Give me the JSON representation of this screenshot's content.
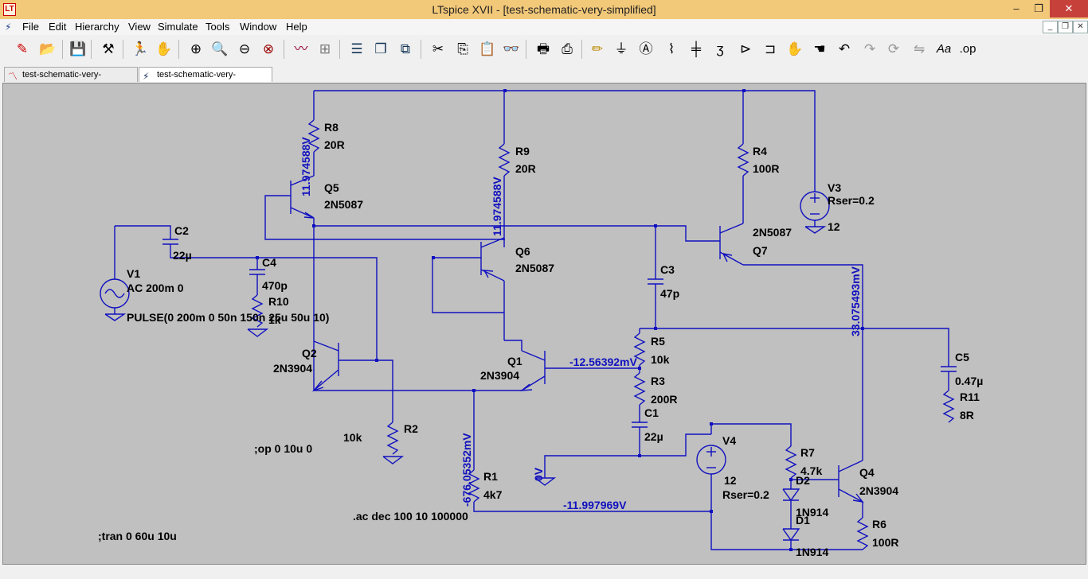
{
  "window": {
    "title": "LTspice XVII - [test-schematic-very-simplified]",
    "minimize": "–",
    "restore": "❐",
    "close": "✕"
  },
  "menu": [
    "File",
    "Edit",
    "Hierarchy",
    "View",
    "Simulate",
    "Tools",
    "Window",
    "Help"
  ],
  "mdi_controls": [
    "_",
    "❐",
    "✕"
  ],
  "toolbar": [
    "new-schematic",
    "open",
    "save",
    "control-panel",
    "run",
    "halt",
    "zoom-in",
    "zoom-pan",
    "zoom-out",
    "zoom-fit",
    "autoscale",
    "waveform-window",
    "tile-horizontal",
    "cascade",
    "tile-vertical",
    "cut",
    "copy",
    "paste",
    "find",
    "print",
    "print-setup",
    "draw-wire",
    "ground",
    "label-net",
    "resistor",
    "capacitor",
    "inductor",
    "diode",
    "component",
    "drag",
    "move",
    "undo",
    "redo",
    "rotate",
    "mirror",
    "text",
    "spice-directive"
  ],
  "toolbar_spice_label": ".op",
  "toolbar_text_label": "Aa",
  "tabs": [
    {
      "label": "test-schematic-very-simplified",
      "icon": "waveform-icon"
    },
    {
      "label": "test-schematic-very-simplified",
      "icon": "schematic-icon"
    }
  ],
  "schematic": {
    "r8": {
      "name": "R8",
      "value": "20R"
    },
    "r9": {
      "name": "R9",
      "value": "20R"
    },
    "r4": {
      "name": "R4",
      "value": "100R"
    },
    "v3": {
      "name": "V3",
      "value": "Rser=0.2",
      "volt": "12"
    },
    "q5": {
      "name": "Q5",
      "model": "2N5087"
    },
    "q6": {
      "name": "Q6",
      "model": "2N5087"
    },
    "q7": {
      "name": "Q7",
      "model": "2N5087"
    },
    "c2": {
      "name": "C2",
      "value": "22µ"
    },
    "c4": {
      "name": "C4",
      "value": "470p"
    },
    "r10": {
      "name": "R10",
      "value": "1k"
    },
    "v1": {
      "name": "V1",
      "value": "AC 200m 0",
      "pulse": "PULSE(0 200m 0 50n 150n 25u 50u 10)"
    },
    "c3": {
      "name": "C3",
      "value": "47p"
    },
    "r5": {
      "name": "R5",
      "value": "10k"
    },
    "r3": {
      "name": "R3",
      "value": "200R"
    },
    "c1": {
      "name": "C1",
      "value": "22µ"
    },
    "q2": {
      "name": "Q2",
      "model": "2N3904"
    },
    "q1": {
      "name": "Q1",
      "model": "2N3904"
    },
    "q4": {
      "name": "Q4",
      "model": "2N3904"
    },
    "r2": {
      "name": "R2",
      "value": "10k"
    },
    "r1": {
      "name": "R1",
      "value": "4k7"
    },
    "v4": {
      "name": "V4",
      "volt": "12",
      "value": "Rser=0.2"
    },
    "r7": {
      "name": "R7",
      "value": "4.7k"
    },
    "d2": {
      "name": "D2",
      "model": "1N914"
    },
    "d1": {
      "name": "D1",
      "model": "1N914"
    },
    "r6": {
      "name": "R6",
      "value": "100R"
    },
    "c5": {
      "name": "C5",
      "value": "0.47µ"
    },
    "r11": {
      "name": "R11",
      "value": "8R"
    },
    "netlabels": {
      "q5_node": "11.974588V",
      "q6_node": "11.974588V",
      "q7_node": "33.075493mV",
      "q1_node": "-12.56392mV",
      "r1_node": "-676.05352mV",
      "bottom_node": "-11.997969V",
      "ground_node": "0V"
    },
    "directives": {
      "op": ";op 0 10u 0",
      "ac": ".ac dec 100 10 100000",
      "tran": ";tran 0 60u 10u"
    }
  }
}
